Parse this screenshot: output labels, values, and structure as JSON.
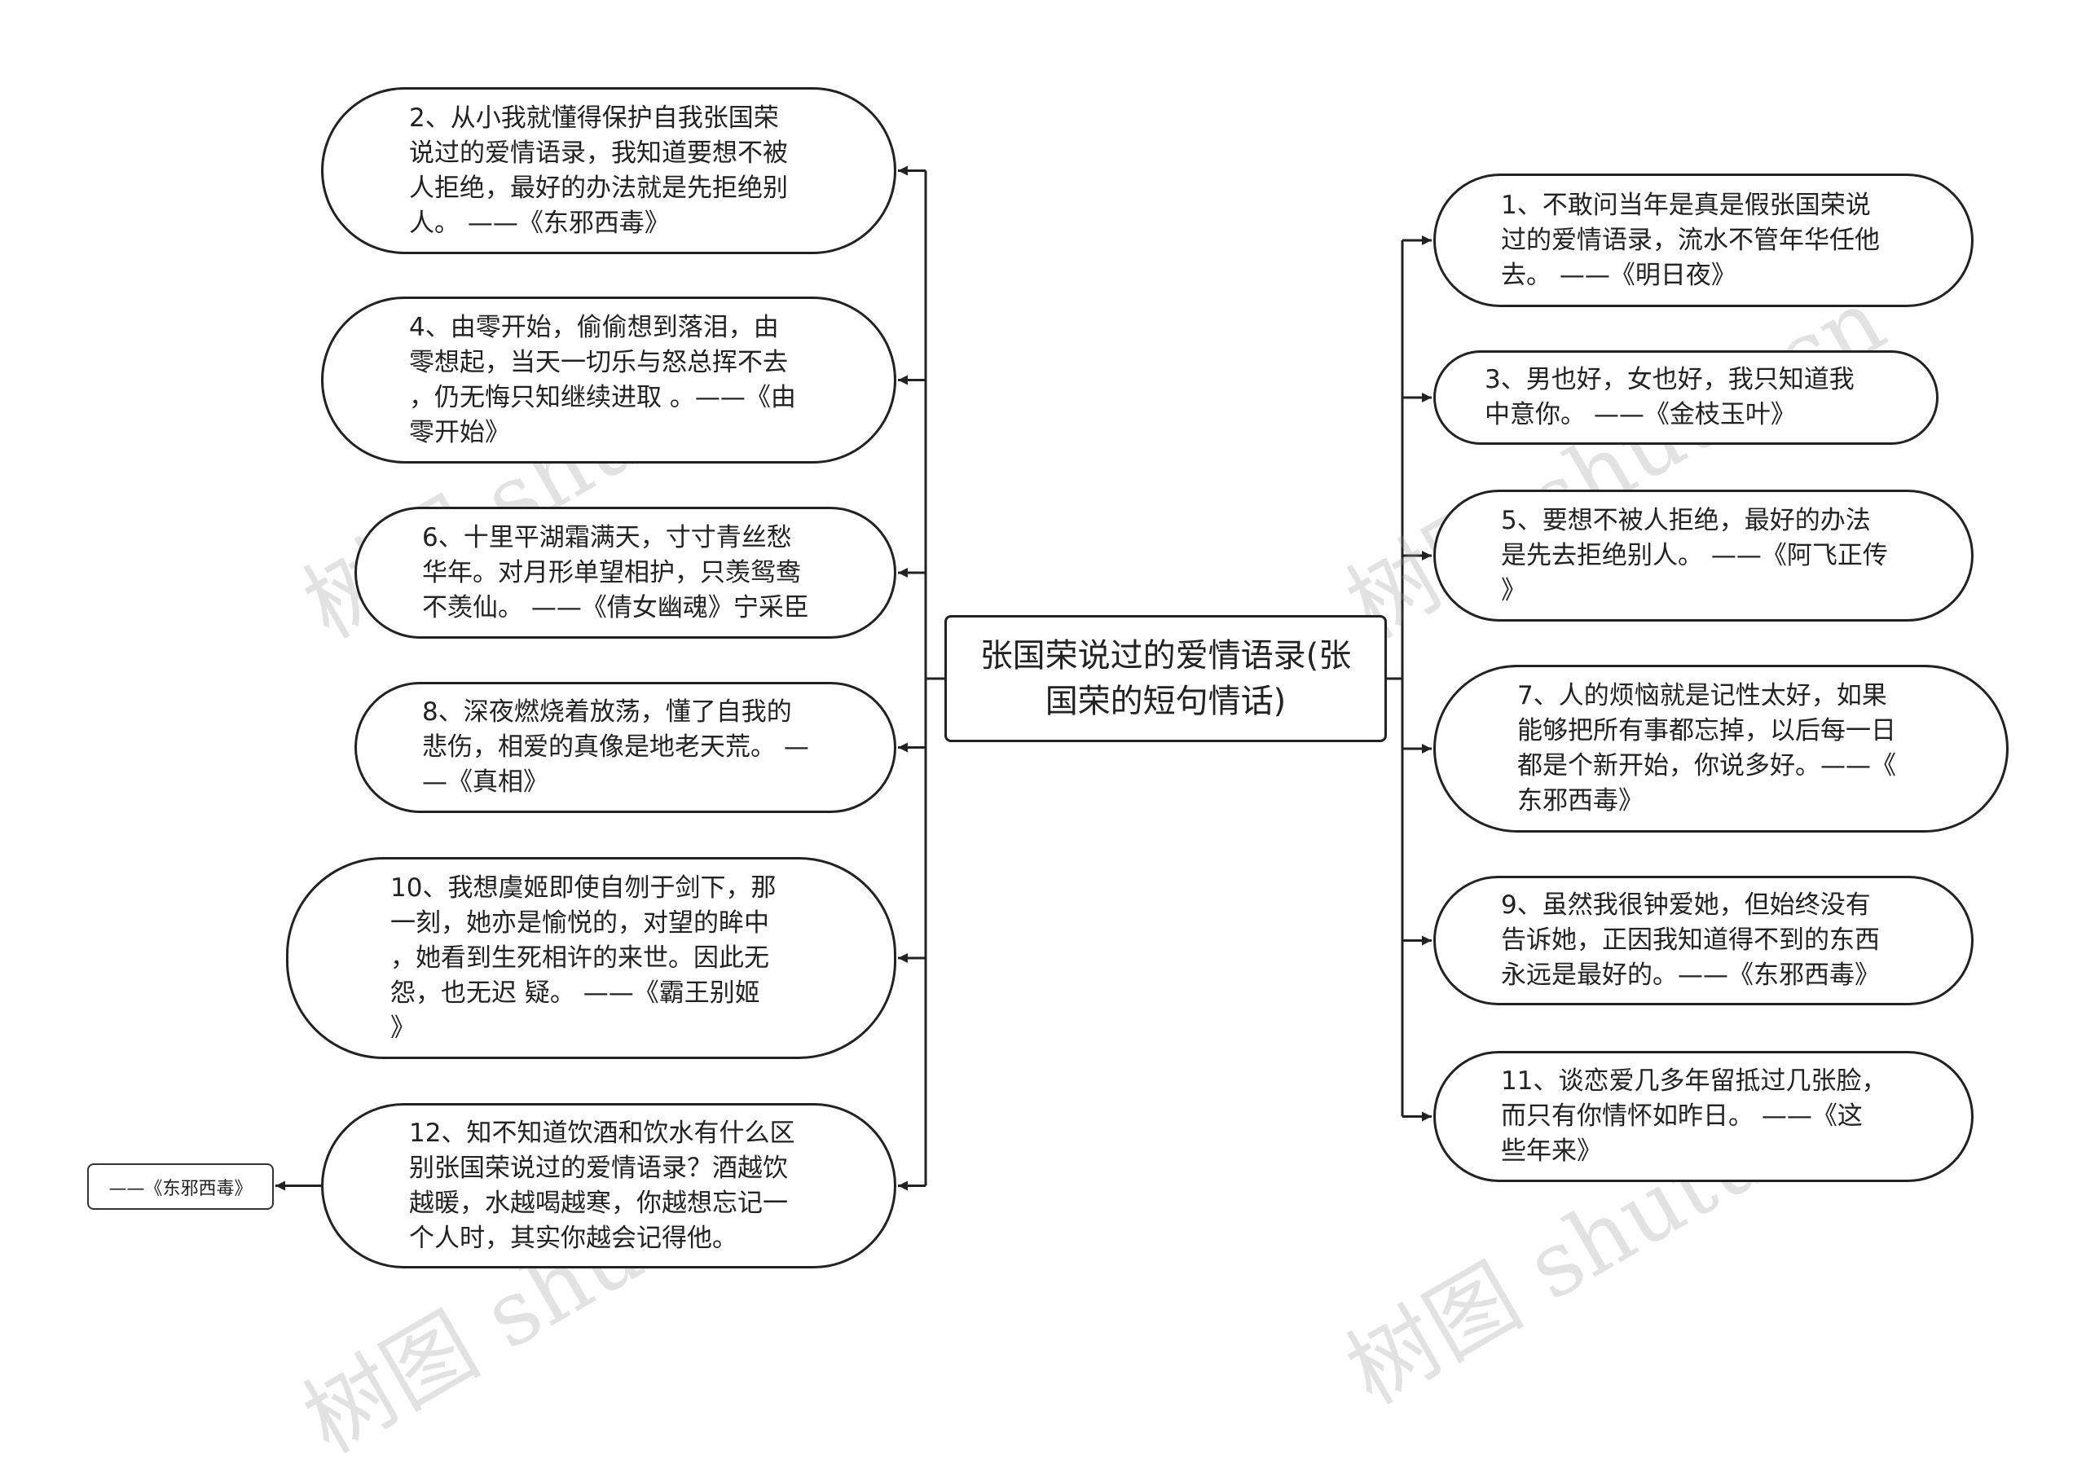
{
  "center": {
    "lines": [
      "张国荣说过的爱情语录(张",
      "国荣的短句情话)"
    ]
  },
  "left_nodes": [
    {
      "id": "2",
      "lines": [
        "2、从小我就懂得保护自我张国荣",
        "说过的爱情语录，我知道要想不被",
        "人拒绝，最好的办法就是先拒绝别",
        "人。 ——《东邪西毒》"
      ]
    },
    {
      "id": "4",
      "lines": [
        "4、由零开始，偷偷想到落泪，由",
        "零想起，当天一切乐与怒总挥不去",
        "，仍无悔只知继续进取 。——《由",
        "零开始》"
      ]
    },
    {
      "id": "6",
      "lines": [
        "6、十里平湖霜满天，寸寸青丝愁",
        "华年。对月形单望相护，只羡鸳鸯",
        "不羡仙。 ——《倩女幽魂》宁采臣"
      ]
    },
    {
      "id": "8",
      "lines": [
        "8、深夜燃烧着放荡，懂了自我的",
        "悲伤，相爱的真像是地老天荒。 —",
        "—《真相》"
      ]
    },
    {
      "id": "10",
      "lines": [
        "10、我想虞姬即使自刎于剑下，那",
        "一刻，她亦是愉悦的，对望的眸中",
        "，她看到生死相许的来世。因此无",
        "怨，也无迟 疑。 ——《霸王别姬",
        "》"
      ]
    },
    {
      "id": "12",
      "lines": [
        "12、知不知道饮酒和饮水有什么区",
        "别张国荣说过的爱情语录？酒越饮",
        "越暖，水越喝越寒，你越想忘记一",
        "个人时，其实你越会记得他。"
      ]
    }
  ],
  "right_nodes": [
    {
      "id": "1",
      "lines": [
        "1、不敢问当年是真是假张国荣说",
        "过的爱情语录，流水不管年华任他",
        "去。 ——《明日夜》"
      ]
    },
    {
      "id": "3",
      "lines": [
        "3、男也好，女也好，我只知道我",
        "中意你。 ——《金枝玉叶》"
      ]
    },
    {
      "id": "5",
      "lines": [
        "5、要想不被人拒绝，最好的办法",
        "是先去拒绝别人。 ——《阿飞正传",
        "》"
      ]
    },
    {
      "id": "7",
      "lines": [
        "7、人的烦恼就是记性太好，如果",
        "能够把所有事都忘掉，以后每一日",
        "都是个新开始，你说多好。——《",
        "东邪西毒》"
      ]
    },
    {
      "id": "9",
      "lines": [
        "9、虽然我很钟爱她，但始终没有",
        "告诉她，正因我知道得不到的东西",
        "永远是最好的。——《东邪西毒》"
      ]
    },
    {
      "id": "11",
      "lines": [
        "11、谈恋爱几多年留抵过几张脸，",
        "而只有你情怀如昨日。 ——《这",
        "些年来》"
      ]
    }
  ],
  "leaf": {
    "label": "——《东邪西毒》"
  },
  "watermark": "树图 shutu.cn"
}
